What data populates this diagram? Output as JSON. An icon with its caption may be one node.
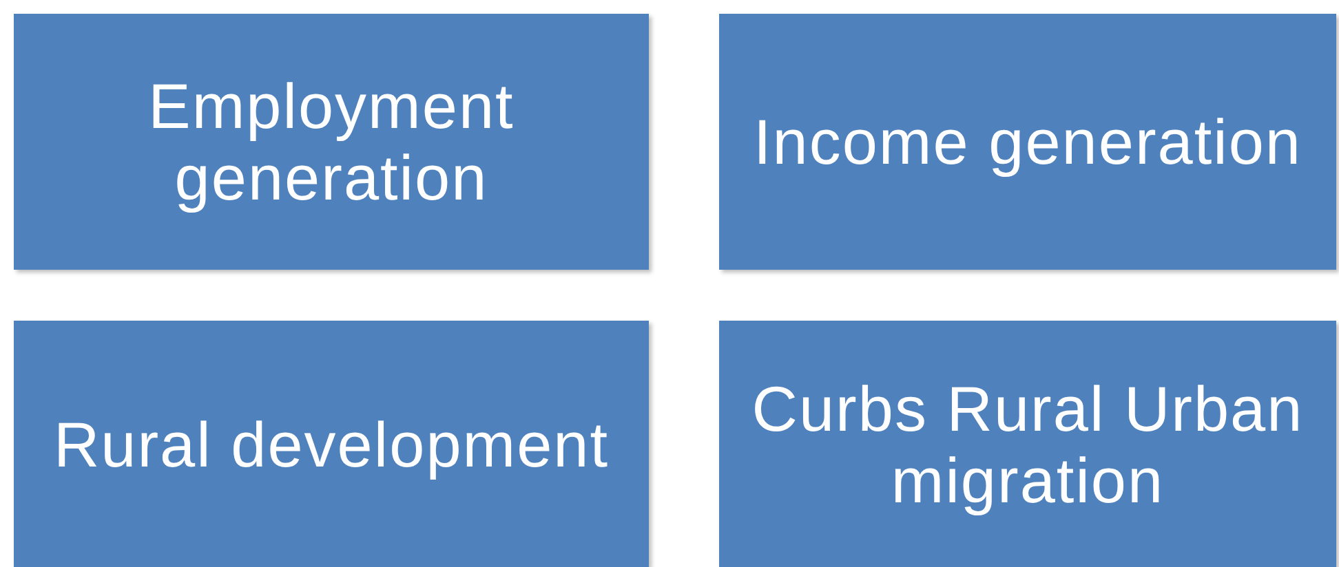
{
  "diagram": {
    "nodes": [
      {
        "text": [
          "Employment generation"
        ]
      },
      {
        "text": [
          "Income generation"
        ]
      },
      {
        "text": [
          "Rural development"
        ]
      },
      {
        "text": [
          "Curbs Rural Urban migration"
        ]
      }
    ]
  }
}
